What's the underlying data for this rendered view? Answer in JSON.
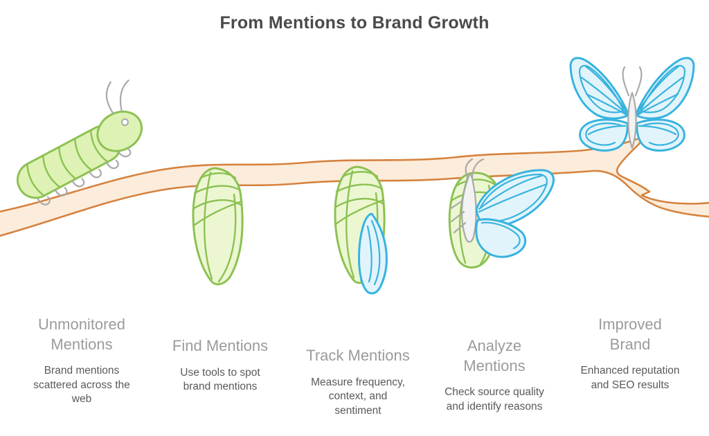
{
  "title": "From Mentions to Brand Growth",
  "stages": [
    {
      "label": "Unmonitored Mentions",
      "description": "Brand mentions scattered across the web",
      "icon": "caterpillar-icon"
    },
    {
      "label": "Find Mentions",
      "description": "Use tools to spot brand mentions",
      "icon": "chrysalis-icon"
    },
    {
      "label": "Track Mentions",
      "description": "Measure frequency, context, and sentiment",
      "icon": "chrysalis-wing-emerging-icon"
    },
    {
      "label": "Analyze Mentions",
      "description": "Check source quality and identify reasons",
      "icon": "butterfly-emerging-icon"
    },
    {
      "label": "Improved Brand",
      "description": "Enhanced reputation and SEO results",
      "icon": "butterfly-icon"
    }
  ],
  "colors": {
    "background": "#ffffff",
    "title-text": "#4a4a4a",
    "stage-label-text": "#9b9b9b",
    "stage-desc-text": "#595959",
    "branch-stroke": "#d5823e",
    "branch-fill": "#fcecdb",
    "green-stroke": "#8cc152",
    "caterpillar-fill": "#ddf2b4",
    "chrysalis-fill": "#ecf7d2",
    "blue-stroke": "#37b3de",
    "blue-fill": "#e2f4fb",
    "gray-stroke": "#a9a9a9",
    "gray-fill": "#f3f3f3"
  }
}
